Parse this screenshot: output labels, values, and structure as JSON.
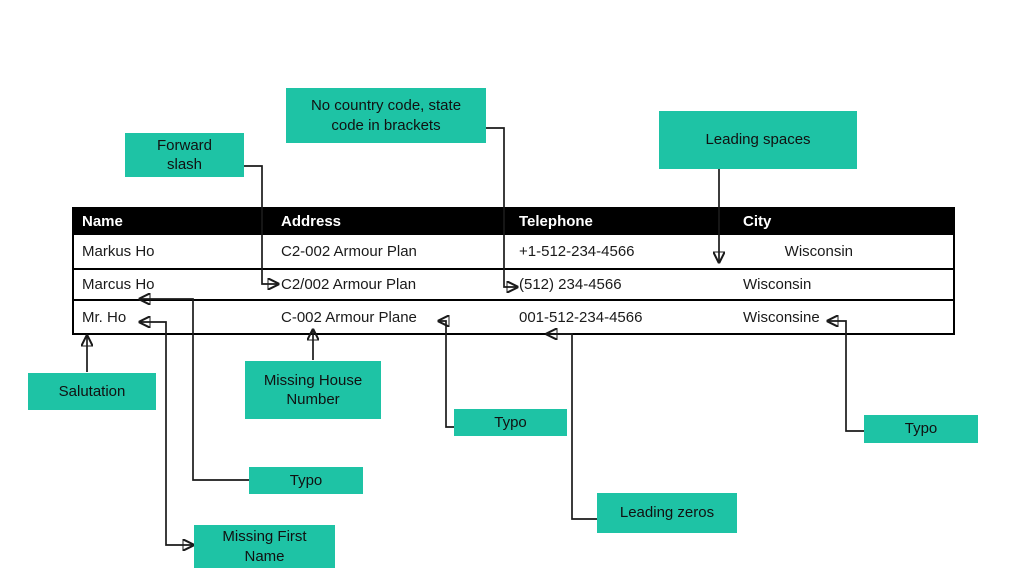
{
  "table": {
    "columns": [
      "Name",
      "Address",
      "Telephone",
      "City"
    ],
    "rows": [
      [
        "Markus Ho",
        "C2-002 Armour Plan",
        "+1-512-234-4566",
        "          Wisconsin"
      ],
      [
        "Marcus Ho",
        "C2/002 Armour Plan",
        "(512) 234-4566",
        "Wisconsin"
      ],
      [
        "Mr. Ho",
        "C-002 Armour Plane",
        "001-512-234-4566",
        "Wisconsine"
      ]
    ]
  },
  "callouts": {
    "forward_slash": "Forward slash",
    "no_country_code": "No country code, state code in brackets",
    "leading_spaces": "Leading spaces",
    "salutation": "Salutation",
    "missing_house_number": "Missing House Number",
    "typo_left": "Typo",
    "missing_first_name": "Missing First Name",
    "typo_middle": "Typo",
    "leading_zeros": "Leading zeros",
    "typo_right": "Typo"
  },
  "colors": {
    "callout_bg": "#1ec3a5",
    "header_bg": "#000000",
    "header_text": "#ffffff",
    "connector": "#1a1a1a"
  }
}
